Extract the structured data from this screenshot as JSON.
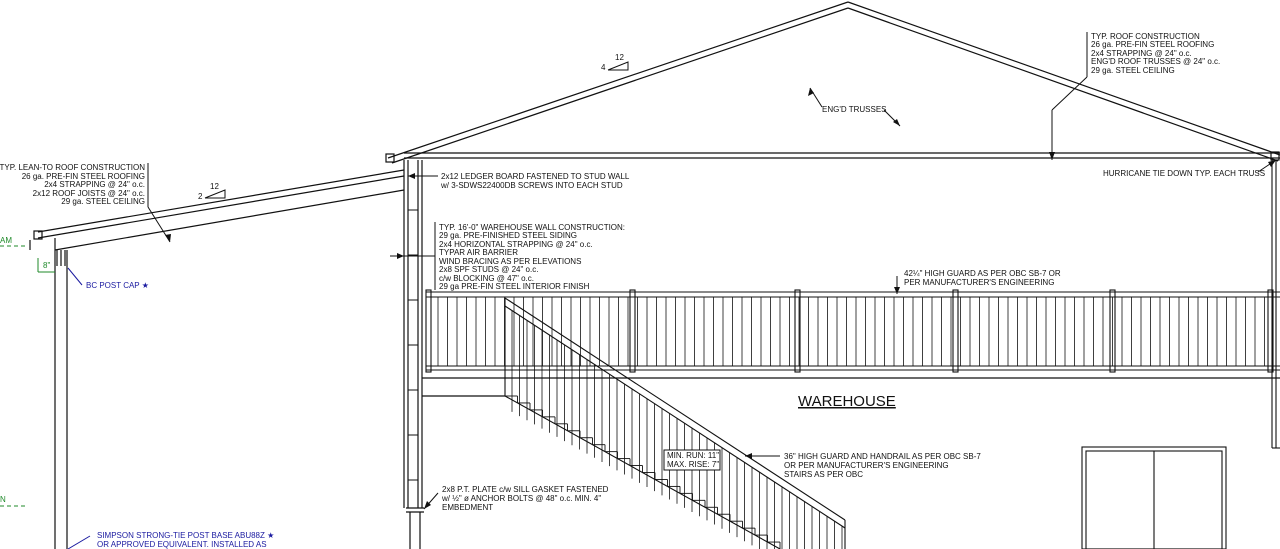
{
  "drawing": {
    "room_label": "WAREHOUSE",
    "main_slope": {
      "rise": "12",
      "run": "4"
    },
    "lean_slope": {
      "rise": "12",
      "run": "2"
    },
    "trusses_label": "ENG'D TRUSSES",
    "hurricane_tie": "HURRICANE TIE DOWN TYP. EACH TRUSS",
    "roof_construction": [
      "TYP. ROOF CONSTRUCTION",
      "26 ga. PRE-FIN STEEL ROOFING",
      "2x4 STRAPPING @ 24\" o.c.",
      "ENG'D ROOF TRUSSES @ 24\" o.c.",
      "29 ga. STEEL CEILING"
    ],
    "lean_to_construction": [
      "TYP. LEAN-TO ROOF CONSTRUCTION",
      "26 ga. PRE-FIN STEEL ROOFING",
      "2x4 STRAPPING @ 24\" o.c.",
      "2x12 ROOF JOISTS @ 24\" o.c.",
      "29 ga. STEEL CEILING"
    ],
    "ledger_board": [
      "2x12 LEDGER BOARD FASTENED TO STUD WALL",
      "w/ 3-SDWS22400DB SCREWS INTO EACH STUD"
    ],
    "wall_construction": [
      "TYP. 16'-0\" WAREHOUSE WALL CONSTRUCTION:",
      "29 ga. PRE-FINISHED STEEL SIDING",
      "2x4 HORIZONTAL STRAPPING @ 24\" o.c.",
      "TYPAR AIR BARRIER",
      "WIND BRACING AS PER ELEVATIONS",
      "2x8 SPF STUDS @ 24\" o.c.",
      "c/w BLOCKING @ 47\" o.c.",
      "29 ga PRE-FIN STEEL INTERIOR FINISH"
    ],
    "guard_note": [
      "42¼\" HIGH GUARD AS PER OBC SB-7 OR",
      "PER MANUFACTURER'S ENGINEERING"
    ],
    "stair_box": [
      "MIN. RUN: 11\"",
      "MAX. RISE: 7\""
    ],
    "handrail_note": [
      "36\" HIGH GUARD AND HANDRAIL AS PER OBC SB-7",
      "OR PER MANUFACTURER'S ENGINEERING",
      "STAIRS AS PER OBC"
    ],
    "plate_note": [
      "2x8 P.T. PLATE c/w SILL GASKET FASTENED",
      "w/ ½\" ø ANCHOR BOLTS @ 48\" o.c. MIN. 4\"",
      "EMBEDMENT"
    ],
    "post_cap": "BC POST CAP ★",
    "post_base": [
      "SIMPSON STRONG-TIE POST BASE ABU88Z ★",
      "OR APPROVED EQUIVALENT. INSTALLED AS"
    ],
    "post_width": "8\"",
    "cut_left_top": "AM",
    "cut_left_bottom": "N"
  },
  "colors": {
    "line": "#111111",
    "note_blue": "#1a1aa0",
    "dim_green": "#1f8a2a"
  }
}
